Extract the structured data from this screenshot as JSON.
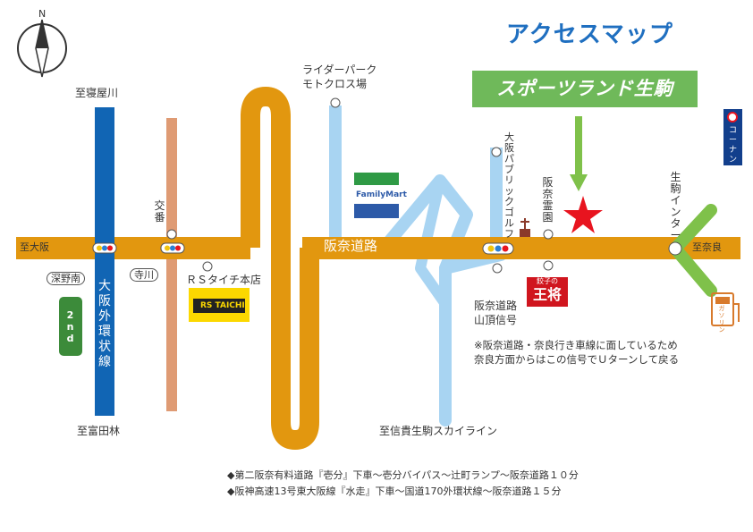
{
  "title": "アクセスマップ",
  "banner": "スポーツランド生駒",
  "compass_letter": "N",
  "labels": {
    "to_neyagawa": "至寝屋川",
    "to_tondabayashi": "至富田林",
    "to_osaka": "至大阪",
    "to_nara": "至奈良",
    "to_shigisan": "至信貴生駒スカイライン",
    "motocross": "ライダーパーク\nモトクロス場",
    "hanna_road": "阪奈道路",
    "outer_ring": "大阪外環状線",
    "kouban": "交番",
    "fukanominami": "深野南",
    "terakawa": "寺川",
    "rs_taichi": "ＲＳタイチ本店",
    "public_golf": "大阪パブリックゴルフ",
    "hanna_reien": "阪奈霊園",
    "ikoma_ic": "生駒インター",
    "signal": "阪奈道路\n山頂信号",
    "uturn_note": "※阪奈道路・奈良行き車線に面しているため\n奈良方面からはこの信号でＵターンして戻る"
  },
  "logos": {
    "familymart": "FamilyMart",
    "kounan": "コーナン",
    "ohsho_small": "餃子の",
    "ohsho": "王将",
    "gasoline": "ガソリン",
    "rs_taichi_logo": "RS TAICHI",
    "second_brand": "2nd"
  },
  "routes": [
    "◆第二阪奈有料道路『壱分』下車〜壱分バイパス〜辻町ランプ〜阪奈道路１０分",
    "◆阪神高速13号東大阪線『水走』下車〜国道170外環状線〜阪奈道路１５分"
  ],
  "colors": {
    "main_road": "#e2970f",
    "outer_ring": "#1165b4",
    "local_road": "#df9b74",
    "light_blue": "#a8d4f2",
    "green": "#7fc14a",
    "star": "#e8141f",
    "title": "#1f6fc0",
    "banner": "#6fb95a"
  }
}
